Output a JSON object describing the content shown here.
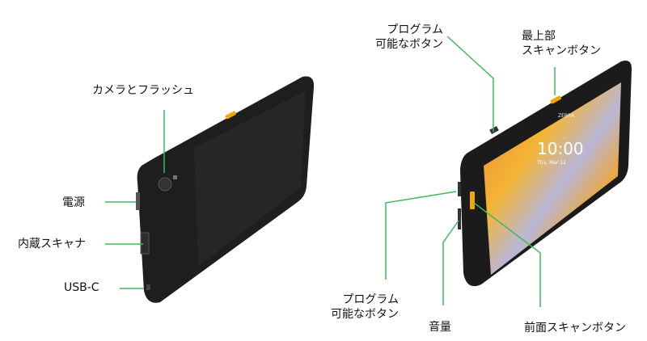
{
  "colors": {
    "leader_line": "#3dba5c",
    "device_body": "#1c1c1c",
    "accent_button": "#f2a900"
  },
  "back_view": {
    "labels": {
      "camera": "カメラとフラッシュ",
      "power": "電源",
      "scanner": "内蔵スキャナ",
      "usb": "USB-C"
    }
  },
  "front_view": {
    "labels": {
      "prog_top_line1": "プログラム",
      "prog_top_line2": "可能なボタン",
      "top_scan_line1": "最上部",
      "top_scan_line2": "スキャンボタン",
      "prog_bottom_line1": "プログラム",
      "prog_bottom_line2": "可能なボタン",
      "volume": "音量",
      "front_scan": "前面スキャンボタン"
    },
    "screen": {
      "time": "10:00",
      "date": "Thu, Mar 12",
      "brand": "ZEBRA"
    }
  }
}
